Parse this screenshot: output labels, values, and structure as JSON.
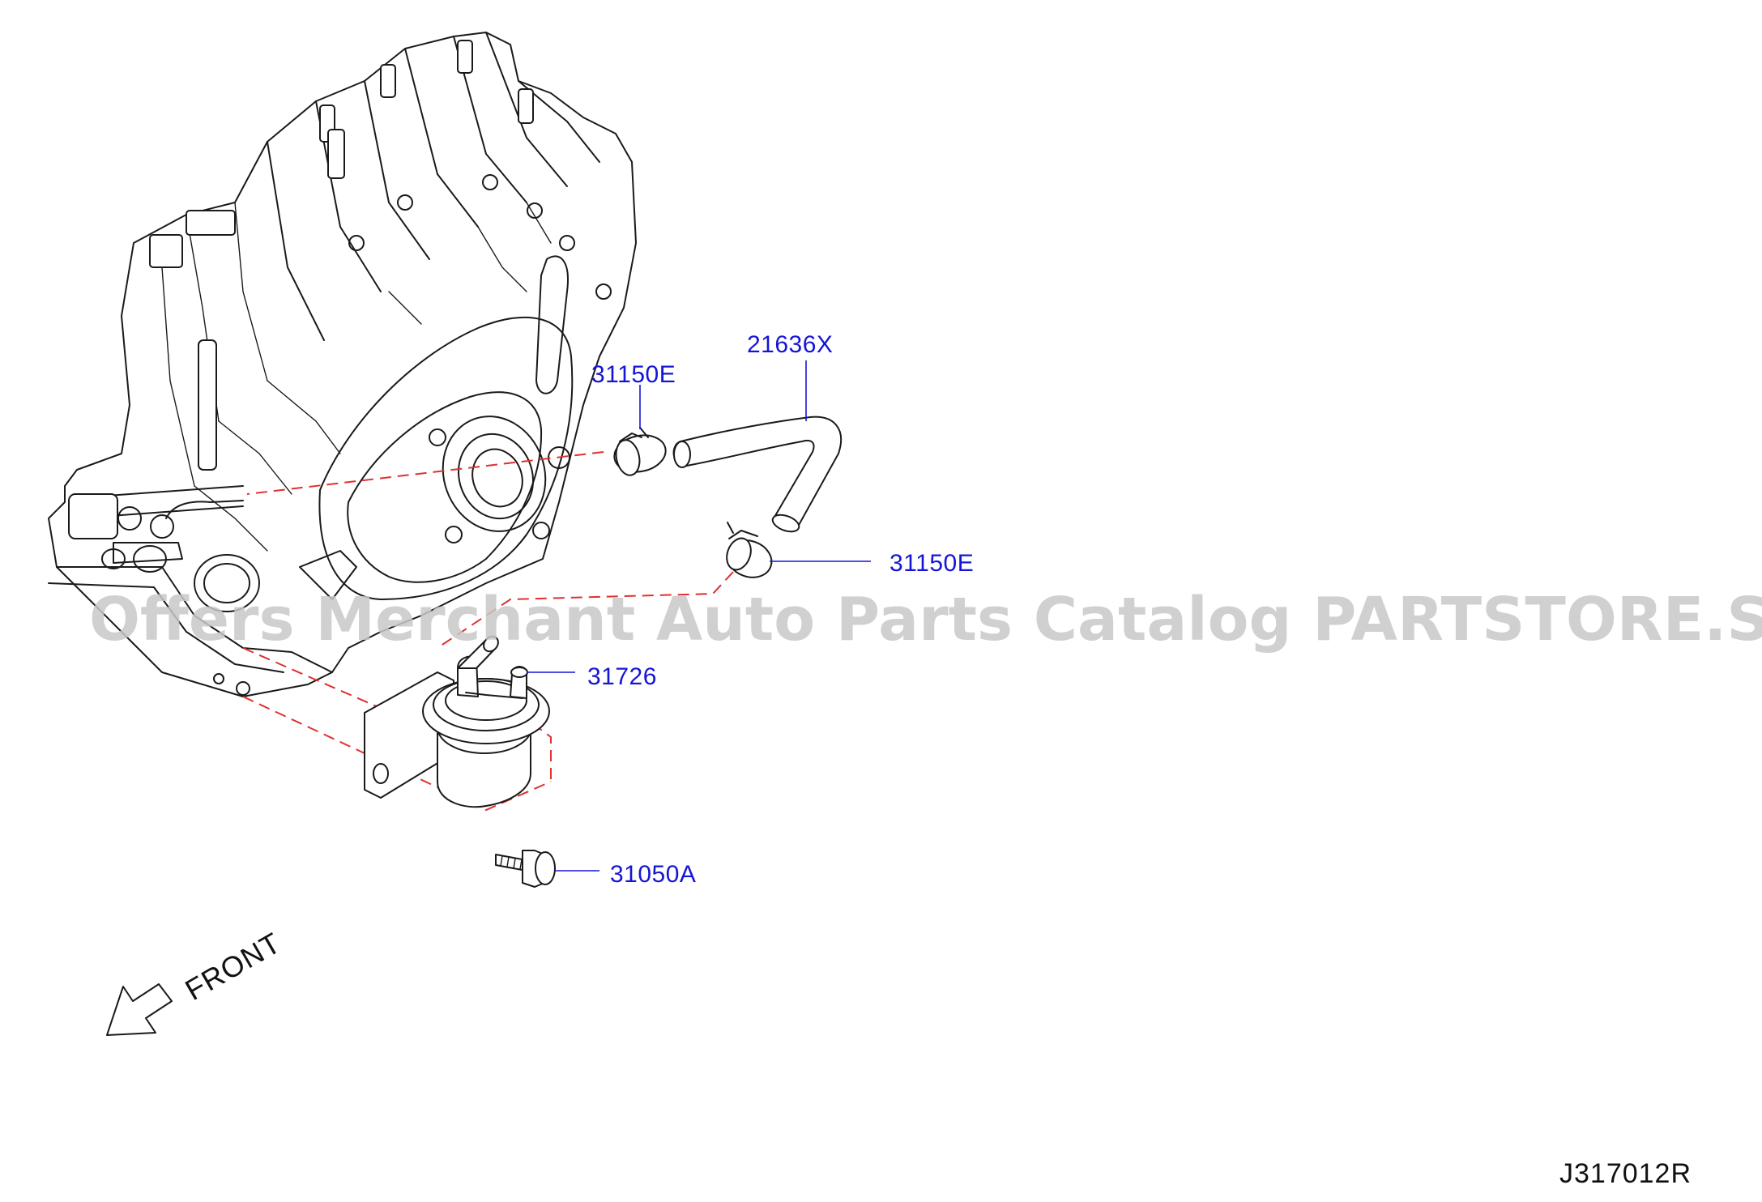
{
  "diagram": {
    "drawing_id": "J317012R",
    "watermark": "Offers Merchant Auto Parts Catalog PARTSTORE.SA",
    "front_label": "FRONT",
    "parts": [
      {
        "id": "clamp-upper",
        "label": "31150E"
      },
      {
        "id": "hose",
        "label": "21636X"
      },
      {
        "id": "clamp-lower",
        "label": "31150E"
      },
      {
        "id": "filter",
        "label": "31726"
      },
      {
        "id": "bolt",
        "label": "31050A"
      }
    ]
  },
  "colors": {
    "label": "#1515d6",
    "leader": "#1515d6",
    "dashed_line": "#e03030",
    "linework": "#1a1a1a",
    "watermark": "#c8c8c8",
    "text": "#111111"
  }
}
